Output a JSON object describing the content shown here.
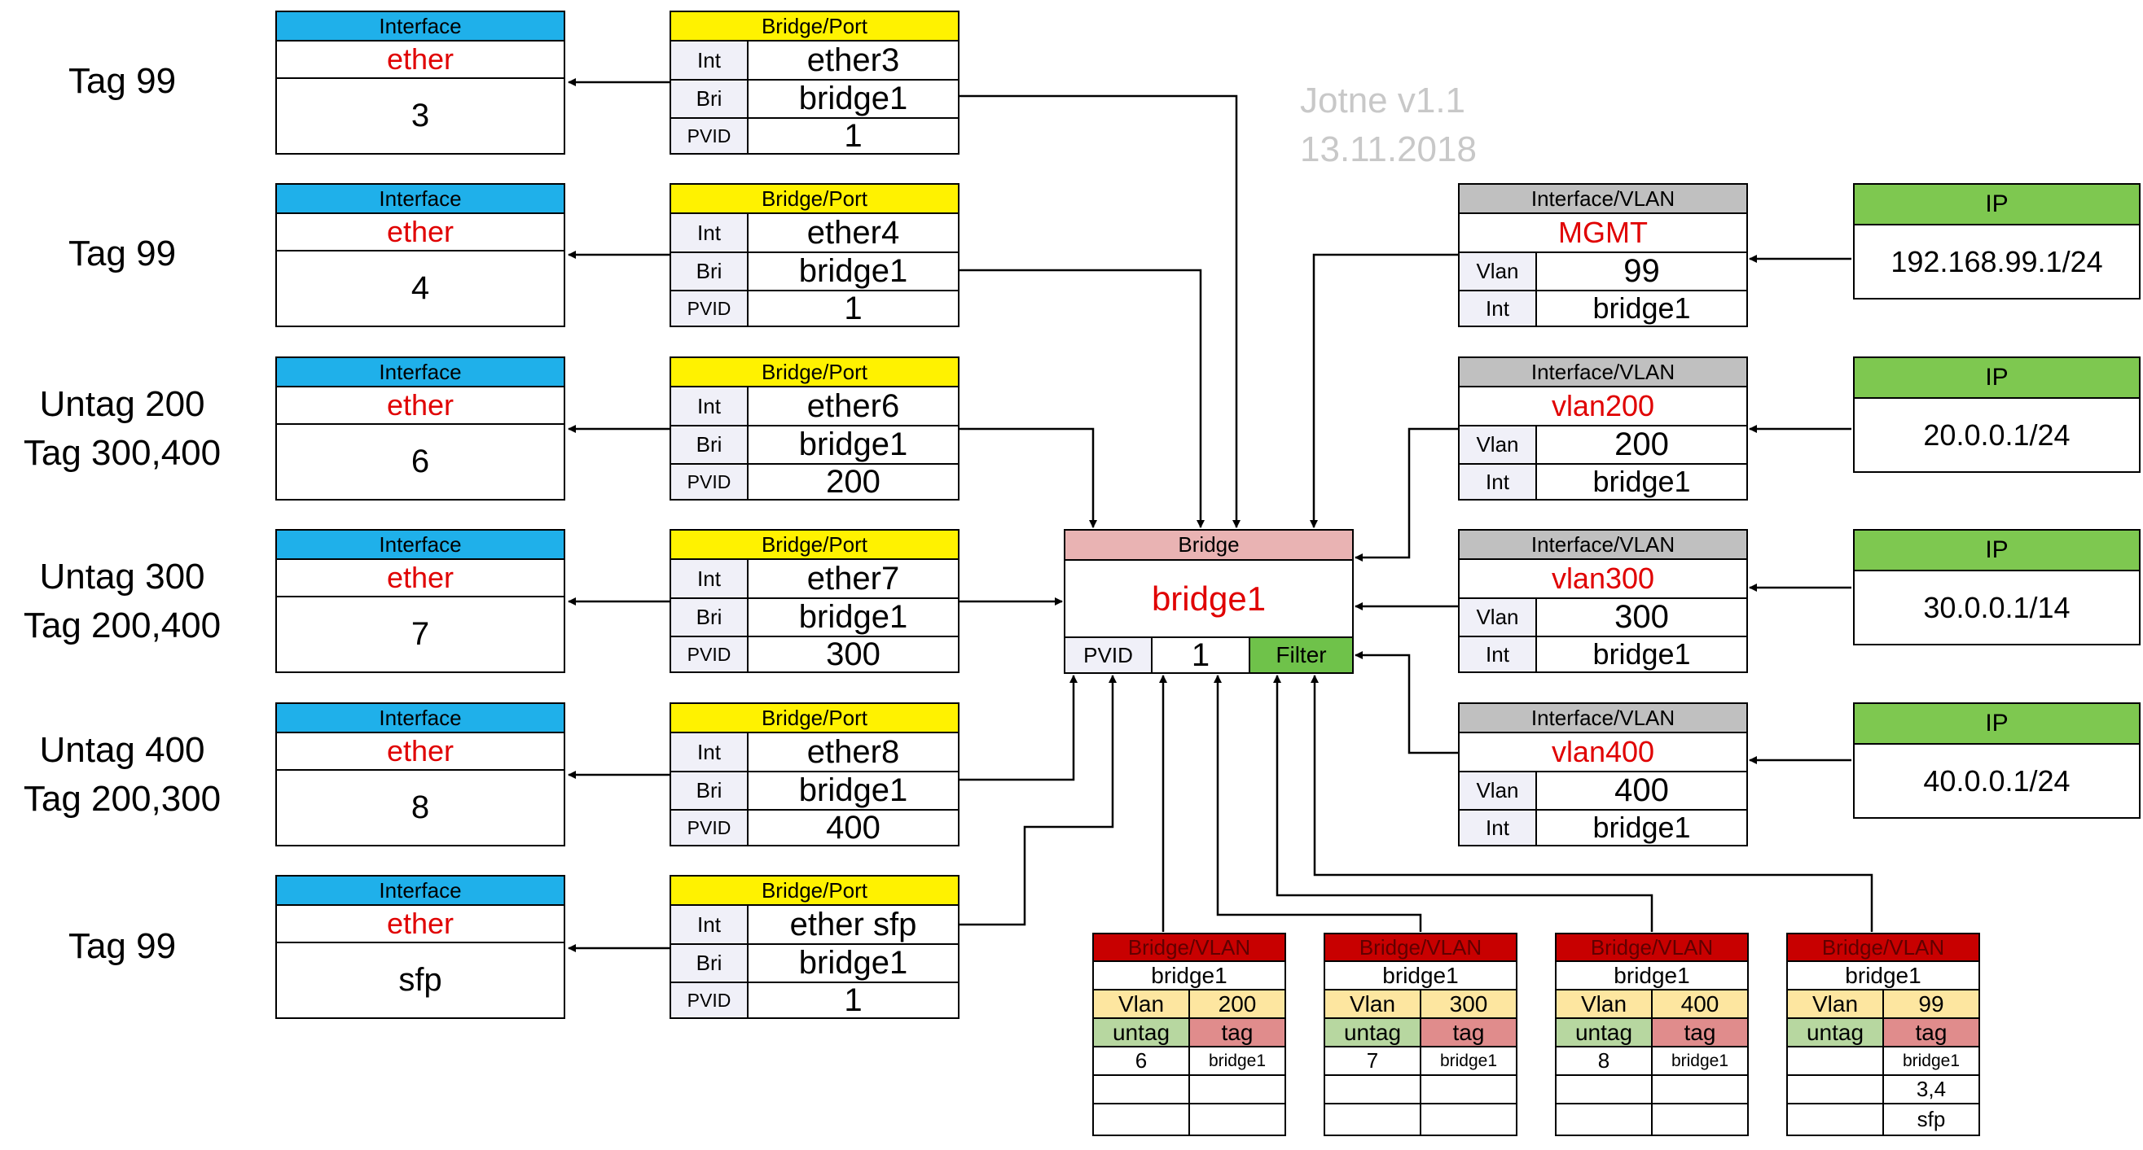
{
  "watermark": {
    "line1": "Jotne  v1.1",
    "line2": "13.11.2018"
  },
  "side_labels": [
    {
      "line1": "Tag 99",
      "line2": ""
    },
    {
      "line1": "Tag 99",
      "line2": ""
    },
    {
      "line1": "Untag 200",
      "line2": "Tag 300,400"
    },
    {
      "line1": "Untag 300",
      "line2": "Tag 200,400"
    },
    {
      "line1": "Untag 400",
      "line2": "Tag 200,300"
    },
    {
      "line1": "Tag 99",
      "line2": ""
    }
  ],
  "interfaces": [
    {
      "header": "Interface",
      "type": "ether",
      "number": "3"
    },
    {
      "header": "Interface",
      "type": "ether",
      "number": "4"
    },
    {
      "header": "Interface",
      "type": "ether",
      "number": "6"
    },
    {
      "header": "Interface",
      "type": "ether",
      "number": "7"
    },
    {
      "header": "Interface",
      "type": "ether",
      "number": "8"
    },
    {
      "header": "Interface",
      "type": "ether",
      "number": "sfp"
    }
  ],
  "bridge_ports": [
    {
      "header": "Bridge/Port",
      "int_label": "Int",
      "int": "ether3",
      "bri_label": "Bri",
      "bri": "bridge1",
      "pvid_label": "PVID",
      "pvid": "1"
    },
    {
      "header": "Bridge/Port",
      "int_label": "Int",
      "int": "ether4",
      "bri_label": "Bri",
      "bri": "bridge1",
      "pvid_label": "PVID",
      "pvid": "1"
    },
    {
      "header": "Bridge/Port",
      "int_label": "Int",
      "int": "ether6",
      "bri_label": "Bri",
      "bri": "bridge1",
      "pvid_label": "PVID",
      "pvid": "200"
    },
    {
      "header": "Bridge/Port",
      "int_label": "Int",
      "int": "ether7",
      "bri_label": "Bri",
      "bri": "bridge1",
      "pvid_label": "PVID",
      "pvid": "300"
    },
    {
      "header": "Bridge/Port",
      "int_label": "Int",
      "int": "ether8",
      "bri_label": "Bri",
      "bri": "bridge1",
      "pvid_label": "PVID",
      "pvid": "400"
    },
    {
      "header": "Bridge/Port",
      "int_label": "Int",
      "int": "ether sfp",
      "bri_label": "Bri",
      "bri": "bridge1",
      "pvid_label": "PVID",
      "pvid": "1"
    }
  ],
  "bridge": {
    "header": "Bridge",
    "name": "bridge1",
    "pvid_label": "PVID",
    "pvid": "1",
    "filter": "Filter"
  },
  "interface_vlans": [
    {
      "header": "Interface/VLAN",
      "name": "MGMT",
      "vlan_label": "Vlan",
      "vlan": "99",
      "int_label": "Int",
      "int": "bridge1"
    },
    {
      "header": "Interface/VLAN",
      "name": "vlan200",
      "vlan_label": "Vlan",
      "vlan": "200",
      "int_label": "Int",
      "int": "bridge1"
    },
    {
      "header": "Interface/VLAN",
      "name": "vlan300",
      "vlan_label": "Vlan",
      "vlan": "300",
      "int_label": "Int",
      "int": "bridge1"
    },
    {
      "header": "Interface/VLAN",
      "name": "vlan400",
      "vlan_label": "Vlan",
      "vlan": "400",
      "int_label": "Int",
      "int": "bridge1"
    }
  ],
  "ips": [
    {
      "header": "IP",
      "address": "192.168.99.1/24"
    },
    {
      "header": "IP",
      "address": "20.0.0.1/24"
    },
    {
      "header": "IP",
      "address": "30.0.0.1/14"
    },
    {
      "header": "IP",
      "address": "40.0.0.1/24"
    }
  ],
  "bridge_vlans": [
    {
      "header": "Bridge/VLAN",
      "bridge": "bridge1",
      "vlan_label": "Vlan",
      "vlan": "200",
      "untag_label": "untag",
      "tag_label": "tag",
      "rows": [
        [
          "6",
          "bridge1"
        ],
        [
          "",
          ""
        ],
        [
          "",
          ""
        ]
      ]
    },
    {
      "header": "Bridge/VLAN",
      "bridge": "bridge1",
      "vlan_label": "Vlan",
      "vlan": "300",
      "untag_label": "untag",
      "tag_label": "tag",
      "rows": [
        [
          "7",
          "bridge1"
        ],
        [
          "",
          ""
        ],
        [
          "",
          ""
        ]
      ]
    },
    {
      "header": "Bridge/VLAN",
      "bridge": "bridge1",
      "vlan_label": "Vlan",
      "vlan": "400",
      "untag_label": "untag",
      "tag_label": "tag",
      "rows": [
        [
          "8",
          "bridge1"
        ],
        [
          "",
          ""
        ],
        [
          "",
          ""
        ]
      ]
    },
    {
      "header": "Bridge/VLAN",
      "bridge": "bridge1",
      "vlan_label": "Vlan",
      "vlan": "99",
      "untag_label": "untag",
      "tag_label": "tag",
      "rows": [
        [
          "",
          "bridge1"
        ],
        [
          "",
          "3,4"
        ],
        [
          "",
          "sfp"
        ]
      ]
    }
  ]
}
